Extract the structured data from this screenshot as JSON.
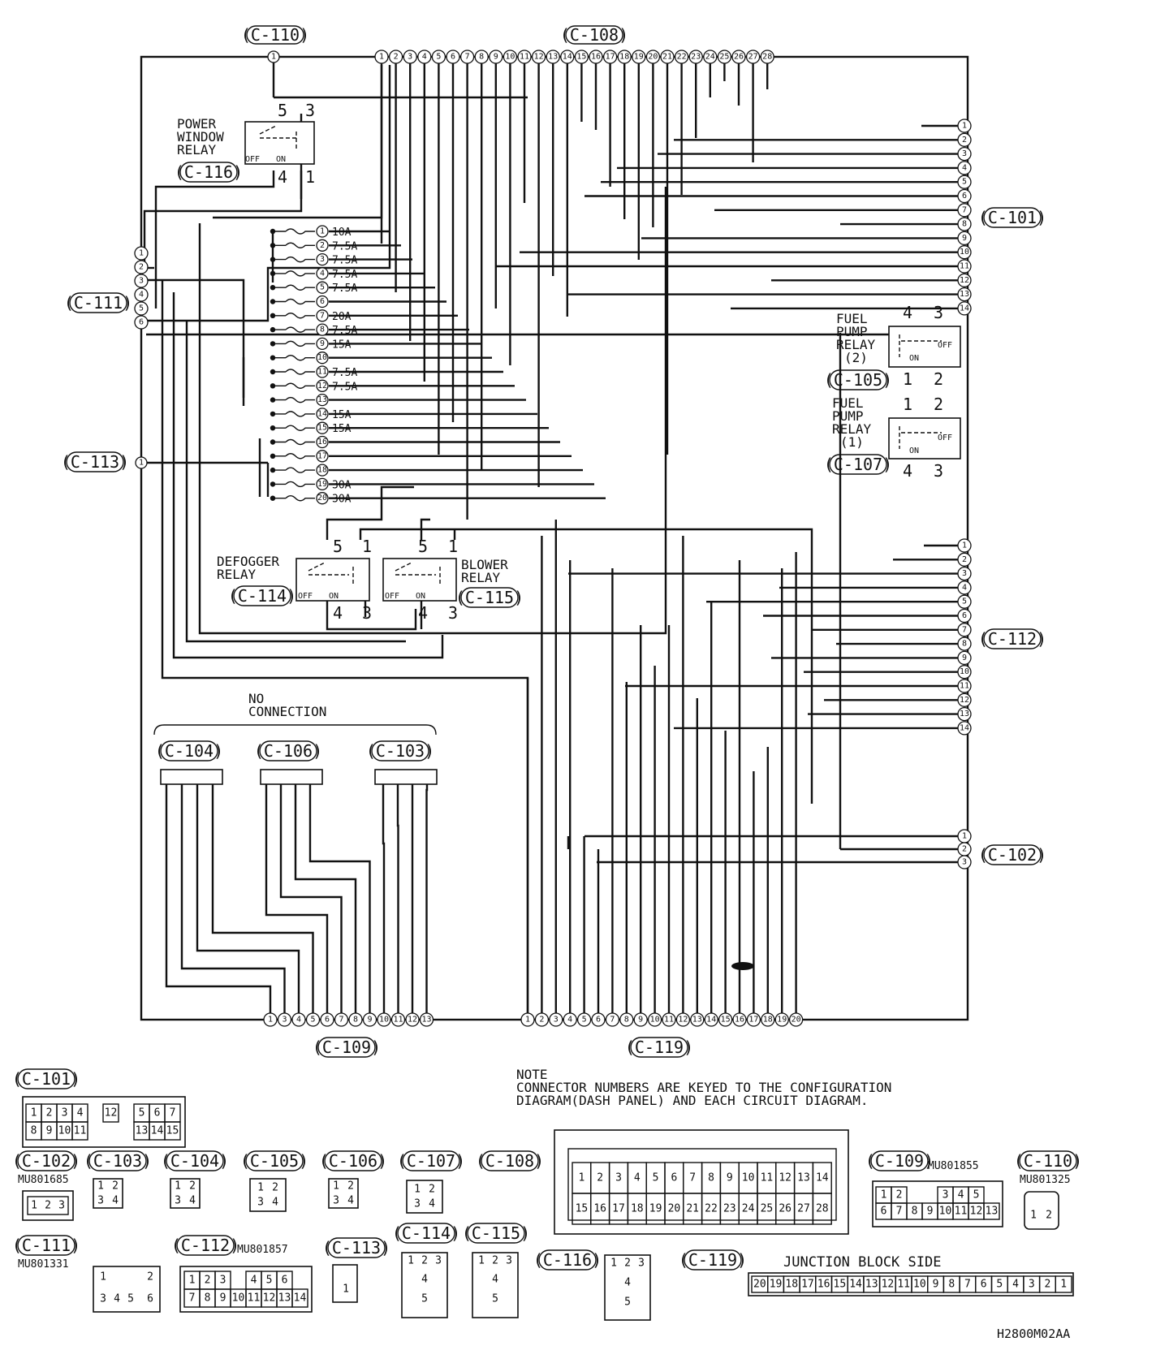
{
  "connectors": {
    "c110": "(C-110)",
    "c108": "(C-108)",
    "c116": "(C-116)",
    "c111": "(C-111)",
    "c113": "(C-113)",
    "c101": "(C-101)",
    "c105": "(C-105)",
    "c107": "(C-107)",
    "c114": "(C-114)",
    "c115": "(C-115)",
    "c112": "(C-112)",
    "c102": "(C-102)",
    "c104": "(C-104)",
    "c106": "(C-106)",
    "c103": "(C-103)",
    "c109": "(C-109)",
    "c119": "(C-119)"
  },
  "relays": {
    "power_window": [
      "POWER",
      "WINDOW",
      "RELAY"
    ],
    "fuel_pump_2": [
      "FUEL",
      "PUMP",
      "RELAY",
      "(2)"
    ],
    "fuel_pump_1": [
      "FUEL",
      "PUMP",
      "RELAY",
      "(1)"
    ],
    "defogger": [
      "DEFOGGER",
      "RELAY"
    ],
    "blower": [
      "BLOWER",
      "RELAY"
    ]
  },
  "switch": {
    "off": "OFF",
    "on": "ON"
  },
  "fuses": [
    "10A",
    "7.5A",
    "7.5A",
    "7.5A",
    "7.5A",
    "",
    "20A",
    "7.5A",
    "15A",
    "",
    "7.5A",
    "7.5A",
    "",
    "15A",
    "15A",
    "",
    "",
    "",
    "30A",
    "30A"
  ],
  "no_connection": [
    "NO",
    "CONNECTION"
  ],
  "note": [
    "NOTE",
    "CONNECTOR NUMBERS ARE KEYED TO THE CONFIGURATION",
    "DIAGRAM(DASH PANEL) AND EACH CIRCUIT DIAGRAM."
  ],
  "part_numbers": {
    "c102": "MU801685",
    "c109": "MU801855",
    "c110": "MU801325",
    "c111": "MU801331",
    "c112": "MU801857"
  },
  "junction_block_side": "JUNCTION BLOCK SIDE",
  "figure_code": "H2800M02AA",
  "connector_faces": {
    "c101": {
      "top": [
        "1",
        "2",
        "3",
        "4",
        "",
        "12",
        "",
        "5",
        "6",
        "7"
      ],
      "bottom": [
        "8",
        "9",
        "10",
        "11",
        "",
        "",
        "",
        "13",
        "14",
        "15"
      ]
    },
    "c112": {
      "top": [
        "1",
        "2",
        "3",
        "",
        "4",
        "5",
        "6"
      ],
      "bottom": [
        "7",
        "8",
        "9",
        "10",
        "11",
        "12",
        "13",
        "14"
      ]
    },
    "c109": {
      "top": [
        "1",
        "2",
        "",
        "",
        "3",
        "4",
        "5"
      ],
      "bottom": [
        "6",
        "7",
        "8",
        "9",
        "10",
        "11",
        "12",
        "13"
      ]
    },
    "c108": {
      "top": [
        "1",
        "2",
        "3",
        "4",
        "5",
        "6",
        "7",
        "8",
        "9",
        "10",
        "11",
        "12",
        "13",
        "14"
      ],
      "bottom": [
        "15",
        "16",
        "17",
        "18",
        "19",
        "20",
        "21",
        "22",
        "23",
        "24",
        "25",
        "26",
        "27",
        "28"
      ]
    },
    "c119": [
      "20",
      "19",
      "18",
      "17",
      "16",
      "15",
      "14",
      "13",
      "12",
      "11",
      "10",
      "9",
      "8",
      "7",
      "6",
      "5",
      "4",
      "3",
      "2",
      "1"
    ]
  }
}
